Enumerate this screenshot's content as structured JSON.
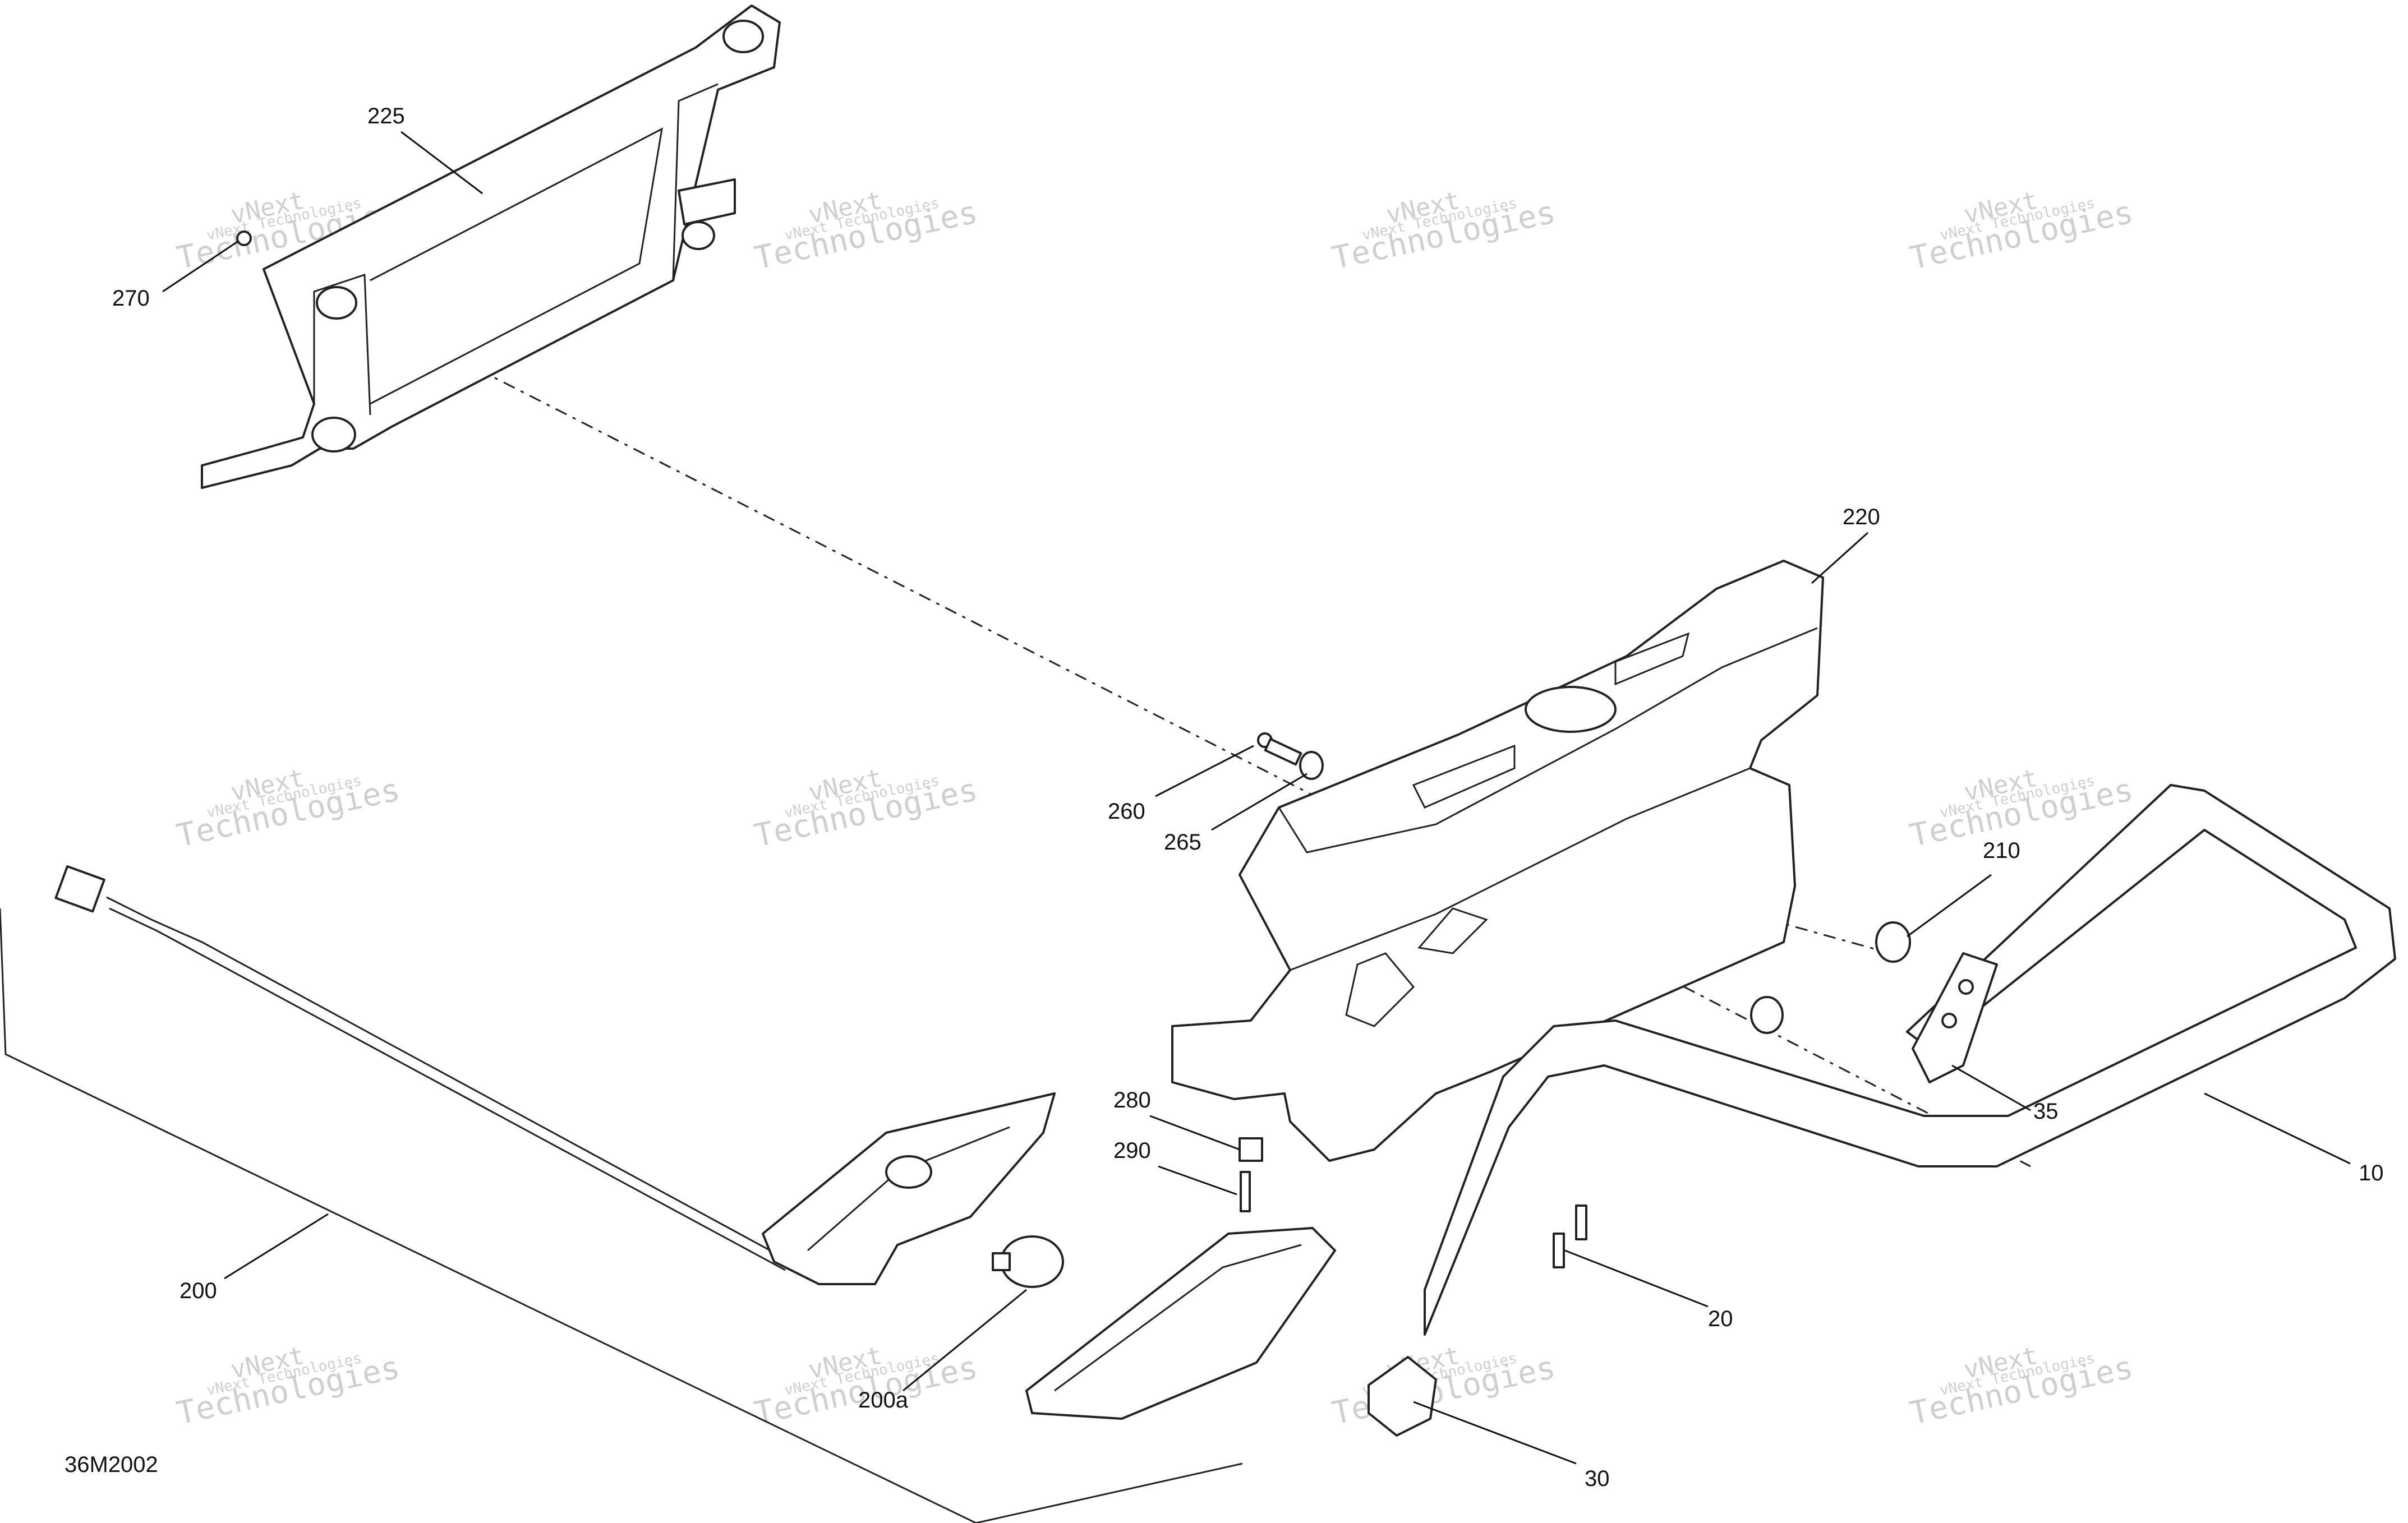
{
  "drawing_code": "36M2002",
  "callouts": [
    {
      "id": "225",
      "label": "225"
    },
    {
      "id": "270",
      "label": "270"
    },
    {
      "id": "220",
      "label": "220"
    },
    {
      "id": "260",
      "label": "260"
    },
    {
      "id": "265",
      "label": "265"
    },
    {
      "id": "210",
      "label": "210"
    },
    {
      "id": "280",
      "label": "280"
    },
    {
      "id": "290",
      "label": "290"
    },
    {
      "id": "35",
      "label": "35"
    },
    {
      "id": "10",
      "label": "10"
    },
    {
      "id": "200",
      "label": "200"
    },
    {
      "id": "200a",
      "label": "200a"
    },
    {
      "id": "20",
      "label": "20"
    },
    {
      "id": "30",
      "label": "30"
    }
  ],
  "watermark": {
    "line1": "vNext",
    "line2": "Technologies",
    "small": "vNext Technologies"
  },
  "colors": {
    "ink": "#222222",
    "watermark": "#cfcfcf",
    "background": "#ffffff"
  }
}
